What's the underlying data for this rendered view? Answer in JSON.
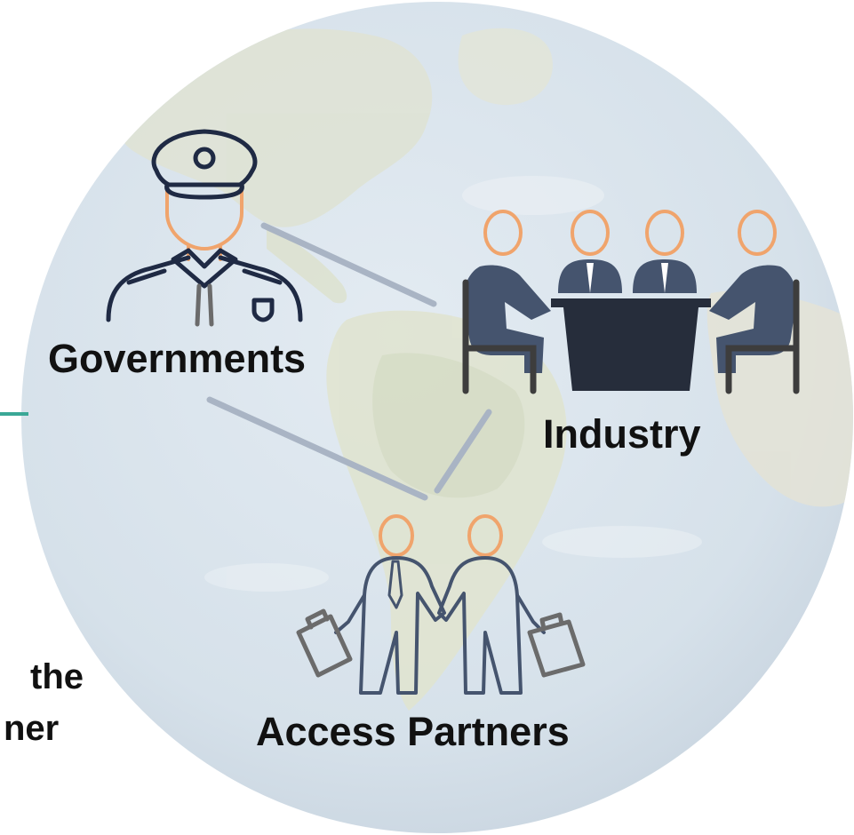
{
  "nodes": {
    "governments": "Governments",
    "industry": "Industry",
    "access_partners": "Access Partners"
  },
  "cut_text": {
    "line1": "the",
    "line2": "ner"
  },
  "colors": {
    "globe_ocean": "#d7e2ec",
    "globe_land": "#dfe3d3",
    "connector": "#a9b4c4",
    "figure_dark": "#1f2a44",
    "figure_body": "#45546e",
    "skin_outline": "#f0a46c",
    "table": "#262d3b",
    "chair": "#3d3d3d",
    "briefcase": "#6b6b6b",
    "teal_accent": "#3aa896"
  },
  "icons": [
    "globe-icon",
    "police-officer-icon",
    "business-meeting-icon",
    "handshake-icon"
  ]
}
